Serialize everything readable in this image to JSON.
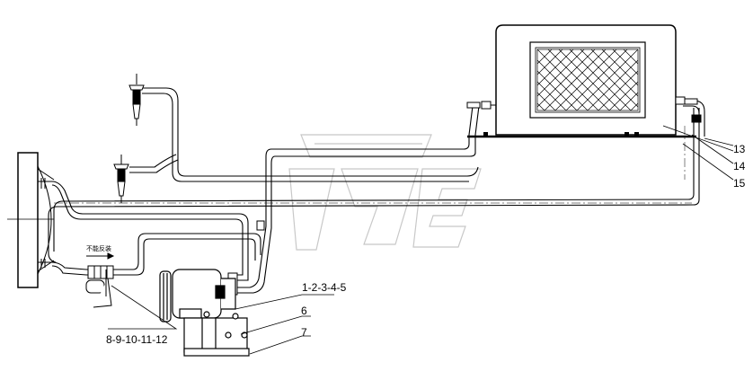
{
  "callouts": {
    "c1": "1-2-3-4-5",
    "c6": "6",
    "c7": "7",
    "c8": "8-9-10-11-12",
    "c13": "13",
    "c14": "14",
    "c15": "15"
  },
  "flow_note": "不能反装",
  "colors": {
    "line": "#000000",
    "watermark": "#c8c8c8",
    "background": "#ffffff"
  }
}
